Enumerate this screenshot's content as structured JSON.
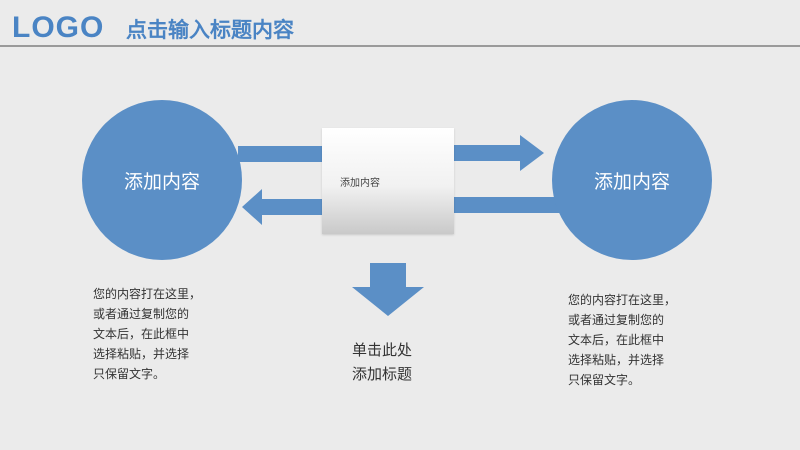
{
  "header": {
    "logo": "LOGO",
    "title": "点击输入标题内容"
  },
  "diagram": {
    "left_circle_label": "添加内容",
    "right_circle_label": "添加内容",
    "center_box_label": "添加内容",
    "left_description": "您的内容打在这里，\n或者通过复制您的\n文本后，在此框中\n选择粘贴，并选择\n只保留文字。",
    "right_description": "您的内容打在这里，\n或者通过复制您的\n文本后，在此框中\n选择粘贴，并选择\n只保留文字。",
    "bottom_text": "单击此处\n添加标题"
  },
  "colors": {
    "accent_blue": "#5b8fc6",
    "header_blue": "#4a84c4",
    "background": "#ebebeb"
  }
}
